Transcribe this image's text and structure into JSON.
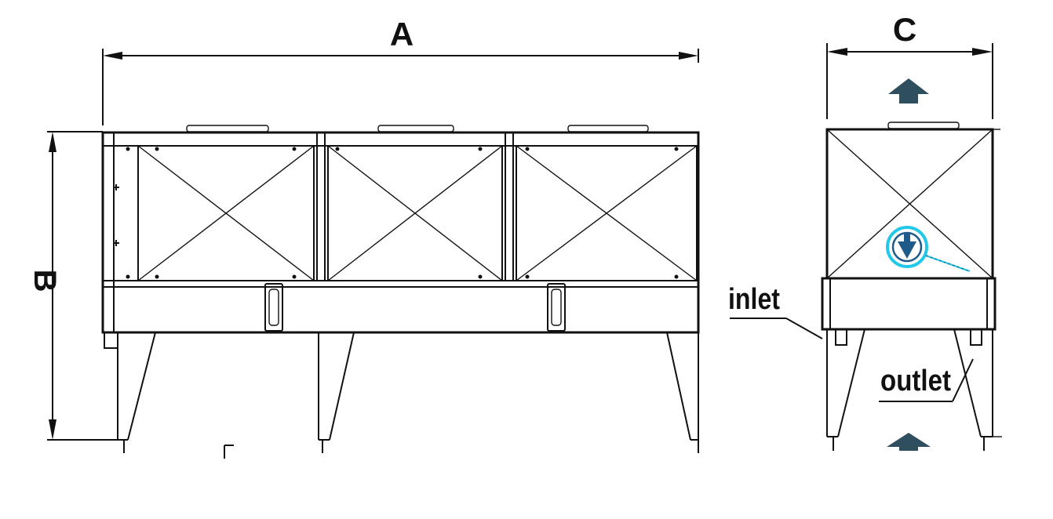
{
  "dimensions": {
    "width_label": "A",
    "height_label": "B",
    "depth_label": "C"
  },
  "callouts": {
    "inlet_label": "inlet",
    "outlet_label": "outlet"
  },
  "colors": {
    "line": "#111111",
    "airflow_arrow": "#2f4f5f",
    "flow_symbol_ring": "#22c8e8",
    "flow_symbol_fill": "#1e5a8a"
  },
  "icons": {
    "airflow": "arrow-up-icon",
    "flow_direction": "arrow-down-circle-icon"
  }
}
